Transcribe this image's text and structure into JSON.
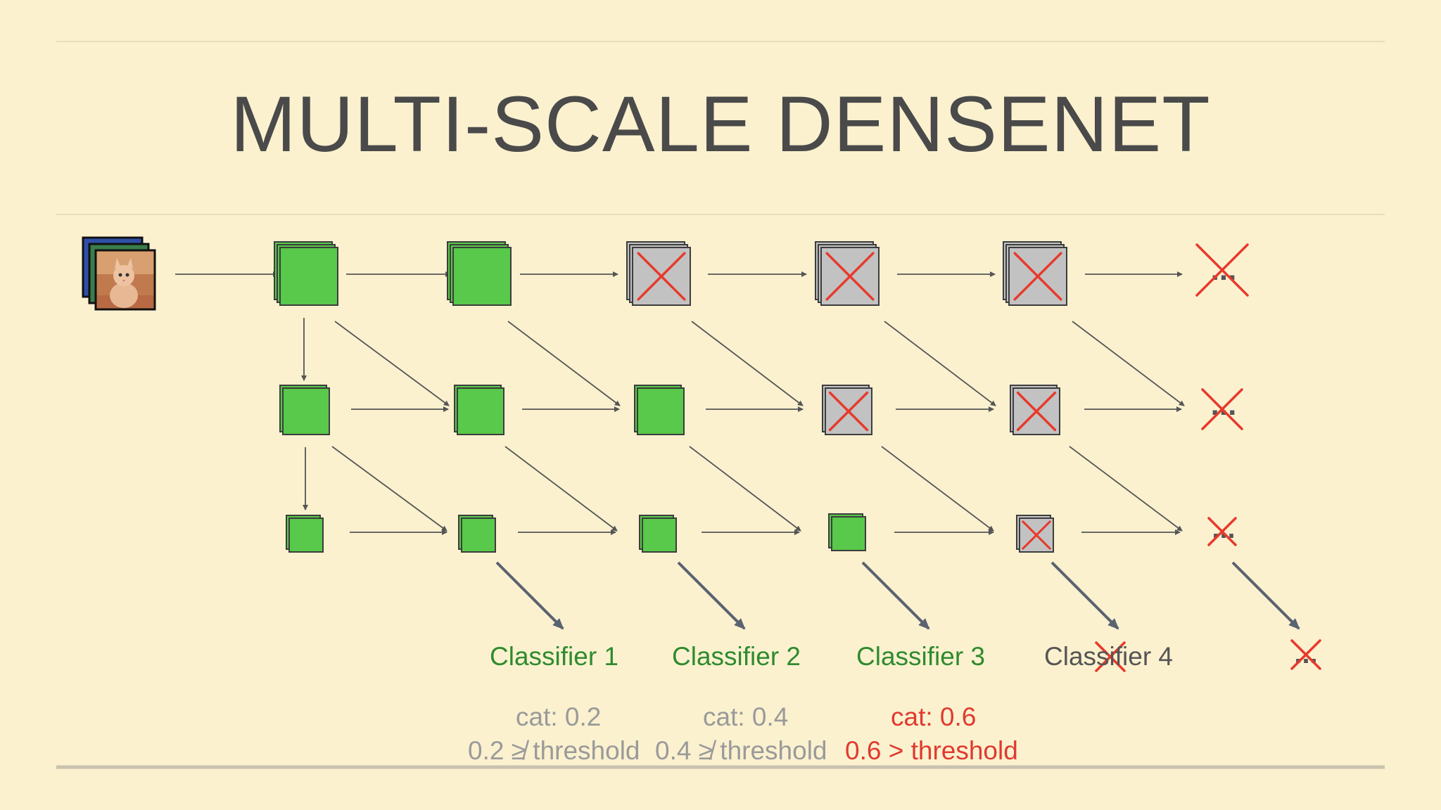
{
  "title": "MULTI-SCALE DENSENET",
  "colors": {
    "background": "#fbf1cf",
    "active_block": "#58c94a",
    "skipped_block": "#c2c2c2",
    "cross": "#e8392c",
    "classifier_active": "#2e8b2e",
    "classifier_skipped": "#555555",
    "score_inactive": "#9a9a9a",
    "score_active": "#e03a2f"
  },
  "input_image": {
    "icon": "cat-photo-icon"
  },
  "ellipsis": "...",
  "classifiers": [
    {
      "label": "Classifier 1",
      "state": "active"
    },
    {
      "label": "Classifier 2",
      "state": "active"
    },
    {
      "label": "Classifier 3",
      "state": "active"
    },
    {
      "label": "Classifier 4",
      "state": "skipped"
    }
  ],
  "scores": [
    {
      "prob": "cat: 0.2",
      "test": "0.2 ≱ threshold",
      "state": "below"
    },
    {
      "prob": "cat: 0.4",
      "test": "0.4 ≱ threshold",
      "state": "below"
    },
    {
      "prob": "cat: 0.6",
      "test": "0.6 > threshold",
      "state": "exit"
    }
  ]
}
